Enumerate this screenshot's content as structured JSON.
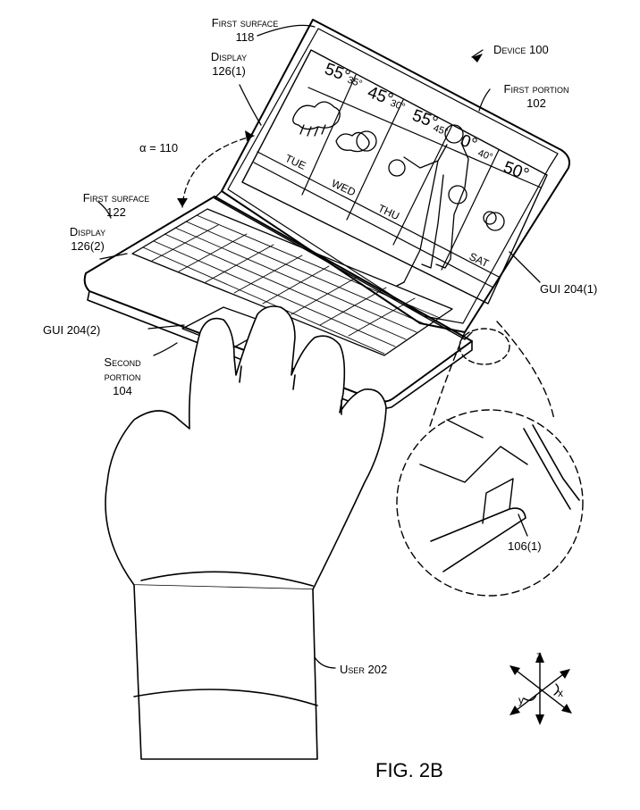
{
  "labels": {
    "first_surface_118": {
      "name": "First surface",
      "num": "118"
    },
    "display_126_1": {
      "name": "Display",
      "num": "126(1)"
    },
    "device": "Device 100",
    "first_portion": {
      "name": "First portion",
      "num": "102"
    },
    "alpha": "α = 110",
    "first_surface_122": {
      "name": "First surface",
      "num": "122"
    },
    "display_126_2": {
      "name": "Display",
      "num": "126(2)"
    },
    "gui_204_1": "GUI 204(1)",
    "gui_204_2": "GUI 204(2)",
    "second_portion": {
      "line1": "Second",
      "line2": "portion",
      "num": "104"
    },
    "hinge": "106(1)",
    "user": "User 202",
    "fig": "FIG. 2B"
  },
  "axes": {
    "z": "z",
    "y": "y",
    "x": "x"
  },
  "weather": {
    "temps": [
      "55°",
      "35°",
      "45°",
      "30°",
      "55°",
      "45°",
      "0°",
      "40°",
      "50°"
    ],
    "days": [
      "TUE",
      "WED",
      "THU",
      "SAT"
    ]
  }
}
